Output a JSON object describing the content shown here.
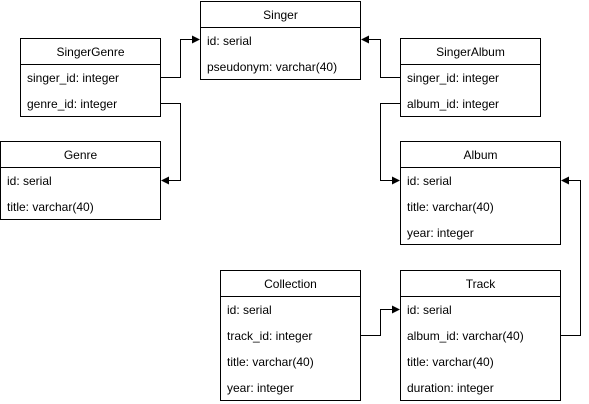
{
  "entities": [
    {
      "name": "Singer",
      "fields": [
        "id: serial",
        "pseudonym: varchar(40)"
      ]
    },
    {
      "name": "SingerGenre",
      "fields": [
        "singer_id: integer",
        "genre_id: integer"
      ]
    },
    {
      "name": "SingerAlbum",
      "fields": [
        "singer_id: integer",
        "album_id: integer"
      ]
    },
    {
      "name": "Genre",
      "fields": [
        "id: serial",
        "title: varchar(40)"
      ]
    },
    {
      "name": "Album",
      "fields": [
        "id: serial",
        "title: varchar(40)",
        "year: integer"
      ]
    },
    {
      "name": "Collection",
      "fields": [
        "id: serial",
        "track_id: integer",
        "title: varchar(40)",
        "year: integer"
      ]
    },
    {
      "name": "Track",
      "fields": [
        "id: serial",
        "album_id: varchar(40)",
        "title: varchar(40)",
        "duration: integer"
      ]
    }
  ],
  "colors": {
    "line": "#000000",
    "background": "#ffffff"
  }
}
